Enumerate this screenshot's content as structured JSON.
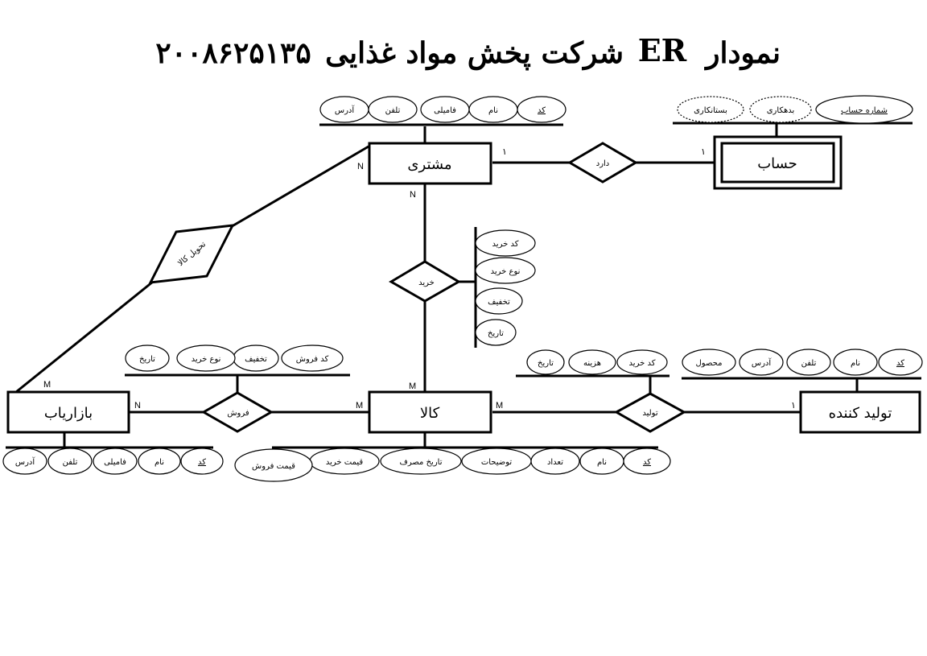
{
  "title": {
    "part1": "نمودار",
    "er": "ER",
    "part2": "شرکت پخش مواد غذایی",
    "number": "۲۰۰۸۶۲۵۱۳۵"
  },
  "entities": {
    "customer": "مشتری",
    "account": "حساب",
    "product": "کالا",
    "marketer": "بازاریاب",
    "producer": "تولید کننده"
  },
  "relationships": {
    "has": "دارد",
    "purchase": "خرید",
    "delivery": "تحویل کالا",
    "sale": "فروش",
    "production": "تولید"
  },
  "cardinalities": {
    "customer_has": "۱",
    "account_has": "۱",
    "customer_delivery": "N",
    "customer_purchase": "N",
    "marketer_delivery": "M",
    "marketer_sale": "N",
    "product_sale": "M",
    "product_purchase": "M",
    "product_production": "M",
    "producer_production": "۱"
  },
  "attributes": {
    "customer": [
      "کد",
      "نام",
      "فامیلی",
      "تلفن",
      "آدرس"
    ],
    "account": [
      "شماره حساب",
      "بدهکاری",
      "بستانکاری"
    ],
    "purchase": [
      "کد خرید",
      "نوع خرید",
      "تخفیف",
      "تاریخ"
    ],
    "sale": [
      "کد فروش",
      "تخفیف",
      "نوع خرید",
      "تاریخ"
    ],
    "production": [
      "کد خرید",
      "هزینه",
      "تاریخ"
    ],
    "producer": [
      "کد",
      "نام",
      "تلفن",
      "آدرس",
      "محصول"
    ],
    "marketer": [
      "کد",
      "نام",
      "فامیلی",
      "تلفن",
      "آدرس"
    ],
    "product": [
      "کد",
      "نام",
      "تعداد",
      "توضیحات",
      "تاریخ مصرف",
      "قیمت خرید",
      "قیمت فروش"
    ]
  }
}
